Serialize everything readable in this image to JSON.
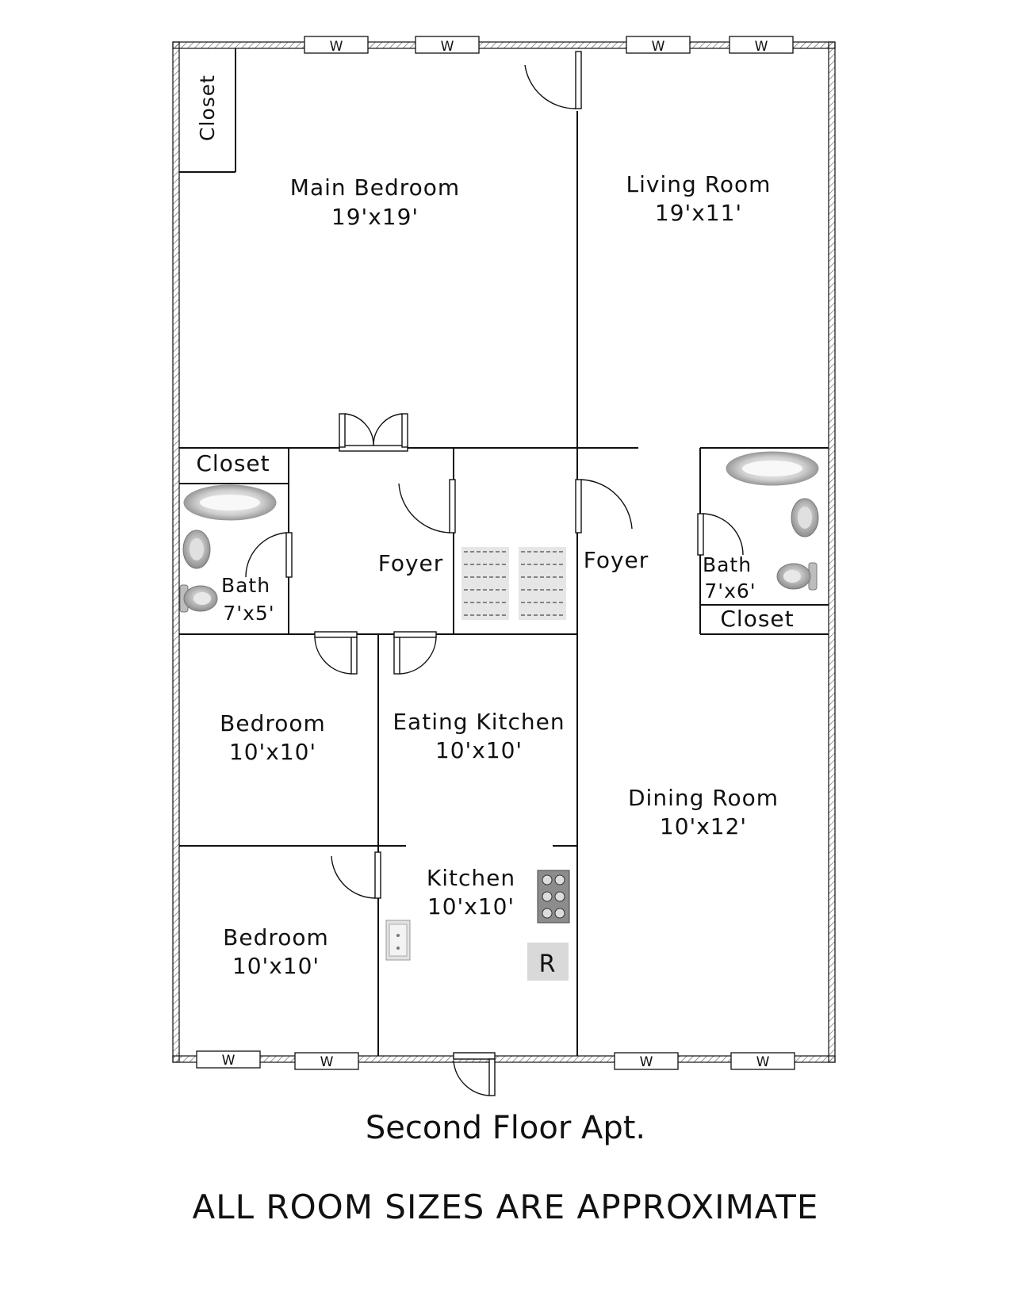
{
  "title": "Second Floor Apt.",
  "note": "ALL ROOM SIZES ARE APPROXIMATE",
  "window_label": "W",
  "rooms": {
    "main_bedroom": {
      "name": "Main Bedroom",
      "size": "19'x19'"
    },
    "living_room": {
      "name": "Living Room",
      "size": "19'x11'"
    },
    "foyer_left": {
      "name": "Foyer"
    },
    "foyer_right": {
      "name": "Foyer"
    },
    "bath_left": {
      "name": "Bath",
      "size": "7'x5'"
    },
    "bath_right": {
      "name": "Bath",
      "size": "7'x6'"
    },
    "closet_main": {
      "name": "Closet"
    },
    "closet_left": {
      "name": "Closet"
    },
    "closet_right": {
      "name": "Closet"
    },
    "bedroom_1": {
      "name": "Bedroom",
      "size": "10'x10'"
    },
    "bedroom_2": {
      "name": "Bedroom",
      "size": "10'x10'"
    },
    "eating_kitchen": {
      "name": "Eating Kitchen",
      "size": "10'x10'"
    },
    "kitchen": {
      "name": "Kitchen",
      "size": "10'x10'"
    },
    "dining_room": {
      "name": "Dining Room",
      "size": "10'x12'"
    }
  },
  "fixtures": {
    "refrigerator": "R",
    "stove": "stove-icon",
    "sink": "sink-icon",
    "tub": "tub-icon",
    "toilet": "toilet-icon",
    "washbasin": "washbasin-icon"
  },
  "colors": {
    "line": "#111111",
    "fixture_fill": "#d9d9d9",
    "background": "#ffffff"
  }
}
